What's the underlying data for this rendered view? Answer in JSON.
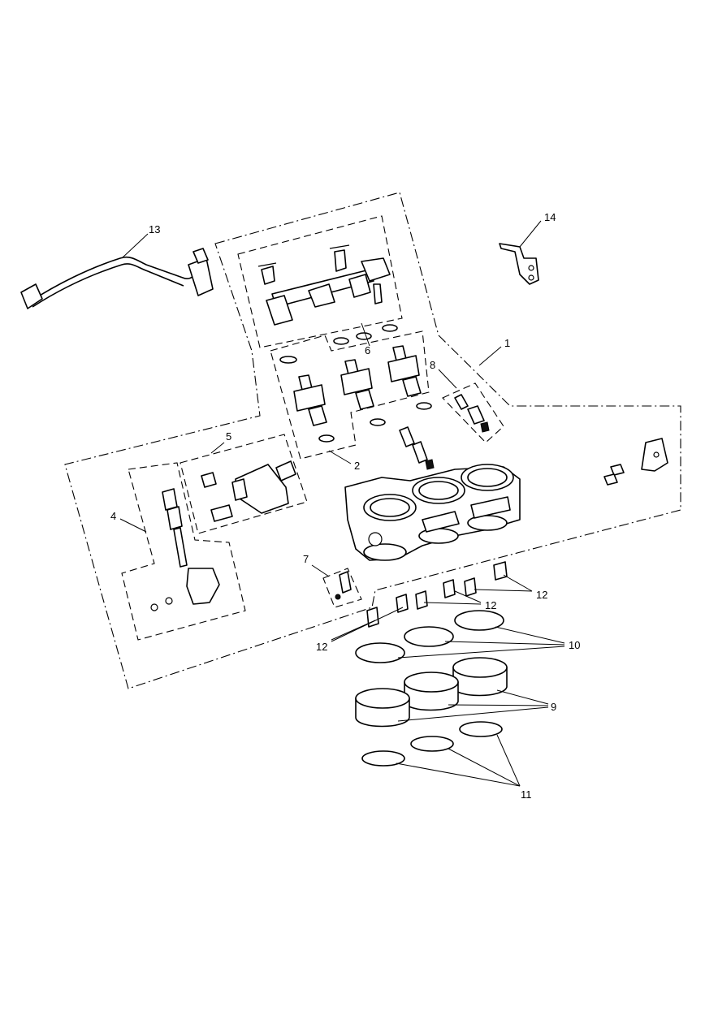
{
  "callouts": {
    "c1": "1",
    "c2": "2",
    "c4": "4",
    "c5": "5",
    "c6": "6",
    "c7": "7",
    "c8": "8",
    "c9": "9",
    "c10": "10",
    "c11": "11",
    "c12a": "12",
    "c12b": "12",
    "c12c": "12",
    "c13": "13",
    "c14": "14"
  }
}
